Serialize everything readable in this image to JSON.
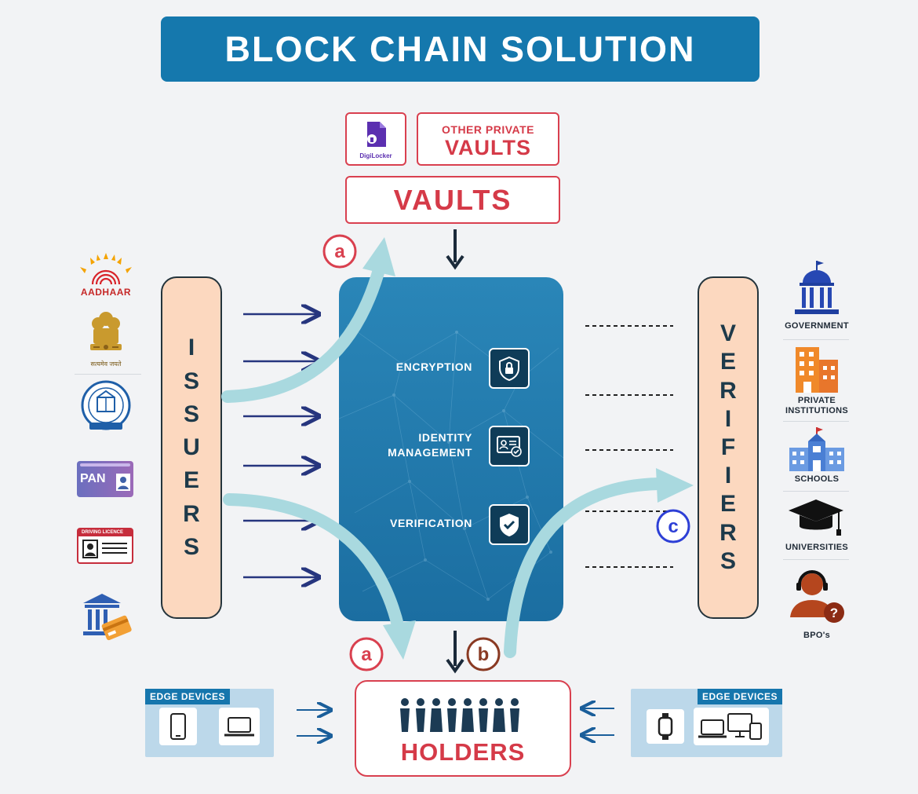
{
  "title": "BLOCK CHAIN SOLUTION",
  "vaults": {
    "digilocker_label": "DigiLocker",
    "other_private_line1": "OTHER PRIVATE",
    "other_private_line2": "VAULTS",
    "main_label": "VAULTS"
  },
  "core": {
    "items": [
      {
        "label": "ENCRYPTION",
        "icon": "shield-lock-icon"
      },
      {
        "label_line1": "IDENTITY",
        "label_line2": "MANAGEMENT",
        "icon": "id-card-check-icon"
      },
      {
        "label": "VERIFICATION",
        "icon": "shield-check-icon"
      }
    ]
  },
  "issuers": {
    "letters": [
      "I",
      "S",
      "S",
      "U",
      "E",
      "R",
      "S"
    ],
    "logos": [
      {
        "label": "AADHAAR",
        "icon": "aadhaar-logo"
      },
      {
        "label": "सत्यमेव जयते",
        "icon": "national-emblem"
      },
      {
        "label": "",
        "icon": "cbse-seal"
      },
      {
        "label": "PAN",
        "icon": "pan-card-icon"
      },
      {
        "label": "DRIVING LICENCE",
        "icon": "driving-licence-icon"
      },
      {
        "label": "",
        "icon": "bank-card-icon"
      }
    ]
  },
  "verifiers": {
    "letters": [
      "V",
      "E",
      "R",
      "I",
      "F",
      "I",
      "E",
      "R",
      "S"
    ],
    "items": [
      {
        "line1": "GOVERNMENT",
        "line2": "",
        "icon": "government-building-icon"
      },
      {
        "line1": "PRIVATE",
        "line2": "INSTITUTIONS",
        "icon": "office-building-icon"
      },
      {
        "line1": "SCHOOLS",
        "line2": "",
        "icon": "school-icon"
      },
      {
        "line1": "UNIVERSITIES",
        "line2": "",
        "icon": "graduation-cap-icon"
      },
      {
        "line1": "BPO's",
        "line2": "",
        "icon": "support-agent-icon"
      }
    ]
  },
  "holders": {
    "label": "HOLDERS",
    "icon": "people-group-icon"
  },
  "edge_left": {
    "label": "EDGE DEVICES",
    "devices": [
      "smartphone-icon",
      "laptop-icon"
    ]
  },
  "edge_right": {
    "label": "EDGE DEVICES",
    "devices": [
      "smartwatch-icon",
      "multi-device-icon"
    ]
  },
  "markers": {
    "a": "a",
    "b": "b",
    "c": "c"
  },
  "colors": {
    "banner": "#1578ad",
    "core_panel": "#1f76aa",
    "accent_red": "#d9404f",
    "pill_fill": "#fcd8bf",
    "flow_arrow": "#a9d9df",
    "arrow_navy": "#26357e",
    "marker_brown": "#8a3a23",
    "marker_blue": "#2d3fd6"
  }
}
